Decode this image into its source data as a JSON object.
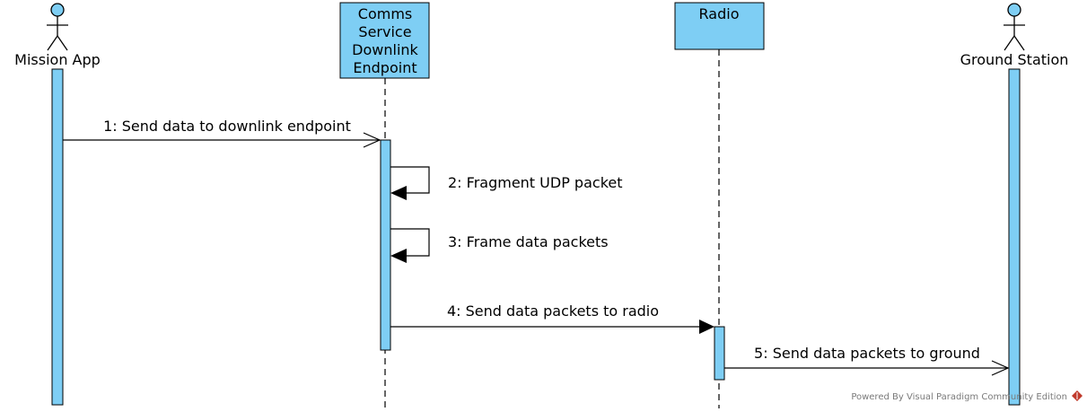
{
  "diagram": {
    "actors": {
      "mission_app": "Mission App",
      "ground_station": "Ground Station"
    },
    "lifelines": {
      "comms_line1": "Comms",
      "comms_line2": "Service",
      "comms_line3": "Downlink",
      "comms_line4": "Endpoint",
      "radio": "Radio"
    },
    "messages": {
      "m1": "1: Send data to downlink endpoint",
      "m2": "2: Fragment UDP packet",
      "m3": "3: Frame data packets",
      "m4": "4: Send data packets to radio",
      "m5": "5: Send data packets to ground"
    },
    "colors": {
      "fill": "#7ecef4",
      "stroke": "#000000",
      "logo": "#c0392b"
    }
  },
  "footer": {
    "watermark": "Powered By Visual Paradigm Community Edition"
  }
}
